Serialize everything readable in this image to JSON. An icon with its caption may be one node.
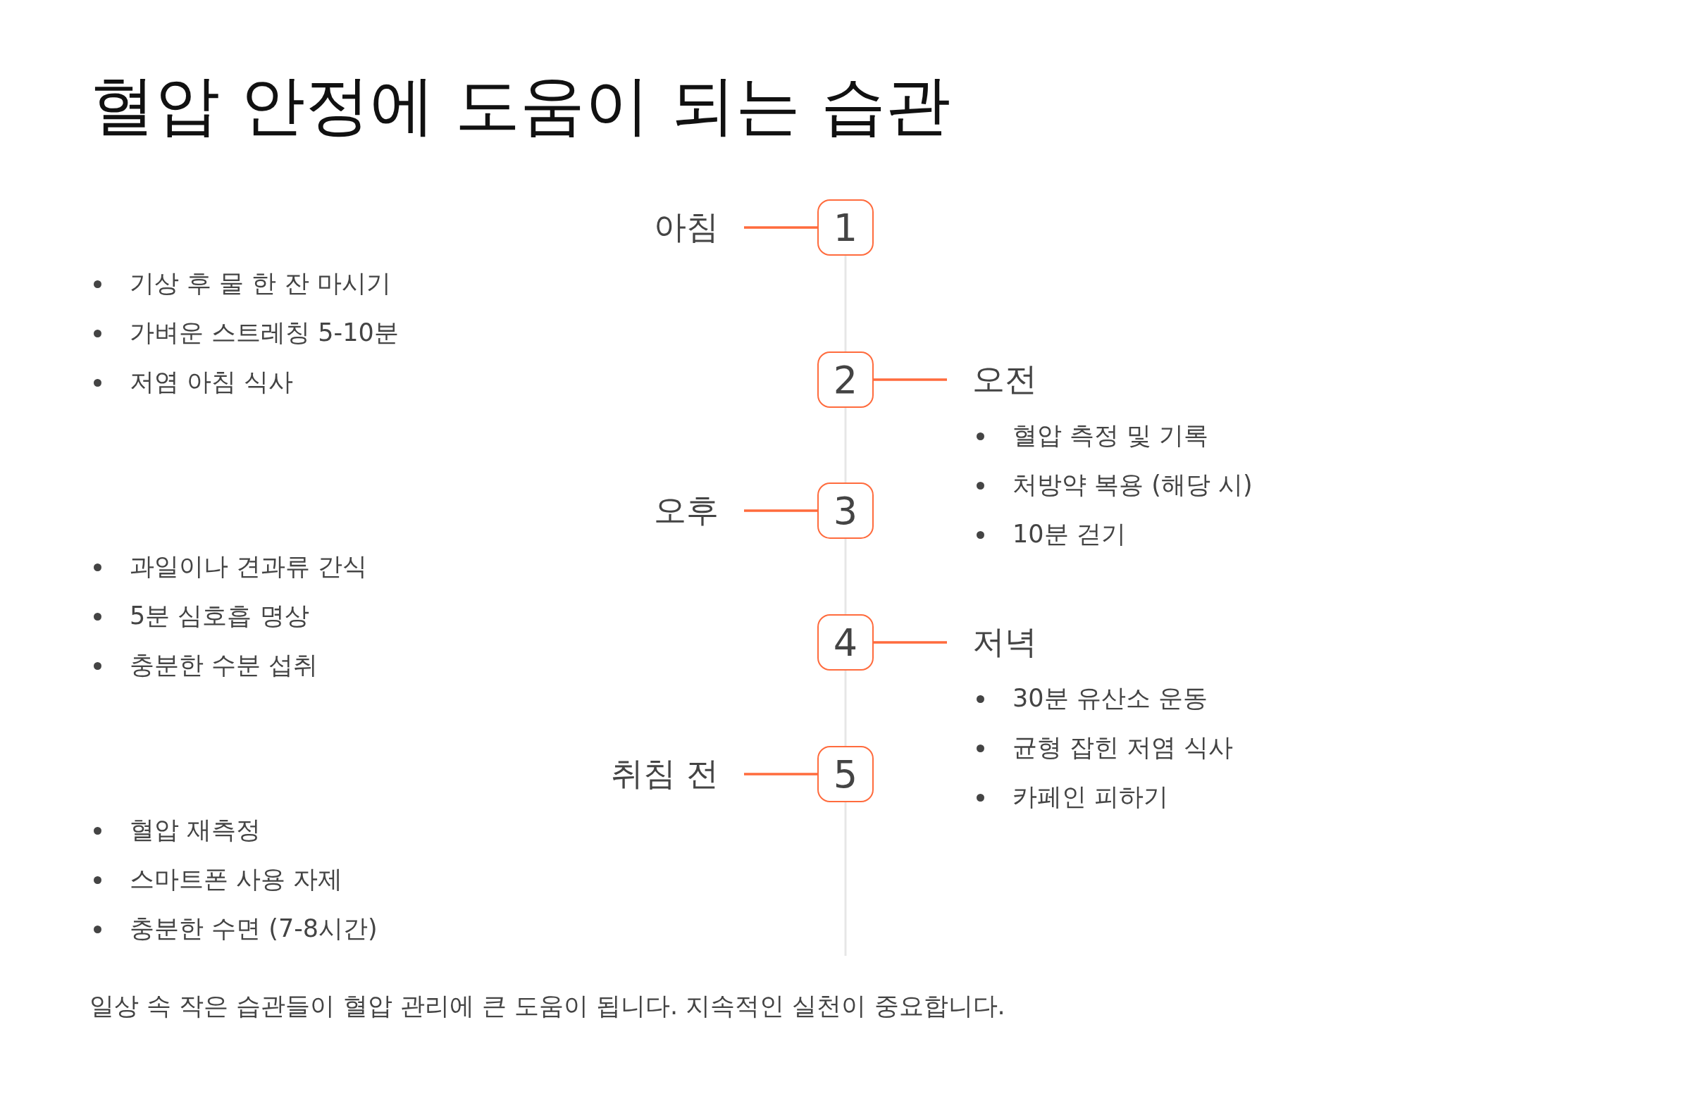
{
  "diagram": {
    "title": "혈압 안정에 도움이 되는 습관",
    "nodes": [
      {
        "text": [
          "아침"
        ],
        "beside": [
          "기상 후 물 한 잔 마시기",
          "가벼운 스트레칭 5-10분",
          "저염 아침 식사"
        ]
      },
      {
        "text": [
          "1"
        ]
      },
      {
        "text": [
          "2"
        ]
      },
      {
        "text": [
          "오전"
        ],
        "beside": [
          "혈압 측정 및 기록",
          "처방약 복용 (해당 시)",
          "10분 걷기"
        ]
      },
      {
        "text": [
          "오후"
        ],
        "beside": [
          "과일이나 견과류 간식",
          "5분 심호흡 명상",
          "충분한 수분 섭취"
        ]
      },
      {
        "text": [
          "3"
        ]
      },
      {
        "text": [
          "4"
        ]
      },
      {
        "text": [
          "저녁"
        ],
        "beside": [
          "30분 유산소 운동",
          "균형 잡힌 저염 식사",
          "카페인 피하기"
        ]
      },
      {
        "text": [
          "취침 전"
        ],
        "beside": [
          "혈압 재측정",
          "스마트폰 사용 자제",
          "충분한 수면 (7-8시간)"
        ]
      },
      {
        "text": [
          "5"
        ]
      }
    ],
    "edges": [
      {
        "from": 0,
        "to": 1,
        "arrow": "none",
        "color": "#ff6b3d"
      },
      {
        "from": 2,
        "to": 3,
        "arrow": "none",
        "color": "#ff6b3d"
      },
      {
        "from": 4,
        "to": 5,
        "arrow": "none",
        "color": "#ff6b3d"
      },
      {
        "from": 6,
        "to": 7,
        "arrow": "none",
        "color": "#ff6b3d"
      },
      {
        "from": 8,
        "to": 9,
        "arrow": "none",
        "color": "#ff6b3d"
      },
      {
        "from": 1,
        "to": 2,
        "arrow": "none",
        "color": "#e6e6e6"
      },
      {
        "from": 2,
        "to": 5,
        "arrow": "none",
        "color": "#e6e6e6"
      },
      {
        "from": 5,
        "to": 6,
        "arrow": "none",
        "color": "#e6e6e6"
      },
      {
        "from": 6,
        "to": 9,
        "arrow": "none",
        "color": "#e6e6e6"
      },
      {
        "from": 9,
        "to": null,
        "arrow": "none",
        "color": "#e6e6e6"
      }
    ],
    "caption": "일상 속 작은 습관들이 혈압 관리에 큰 도움이 됩니다. 지속적인 실천이 중요합니다."
  }
}
